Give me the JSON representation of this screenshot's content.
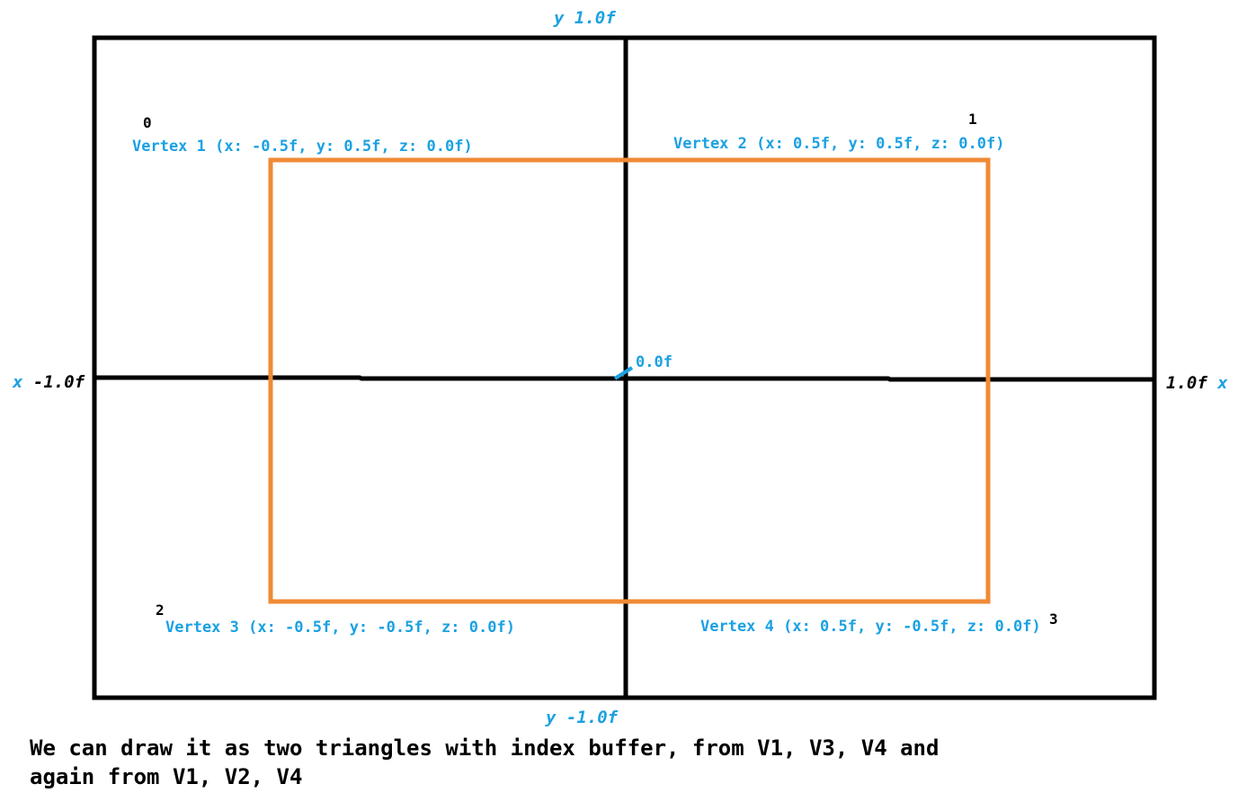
{
  "axes": {
    "y_top": "y 1.0f",
    "y_bottom": "y -1.0f",
    "x_left_var": "x",
    "x_left_val": "-1.0f",
    "x_right_val": "1.0f",
    "x_right_var": "x",
    "origin": "0.0f"
  },
  "vertices": [
    {
      "index": "0",
      "label": "Vertex 1 (x: -0.5f, y: 0.5f, z: 0.0f)"
    },
    {
      "index": "1",
      "label": "Vertex 2 (x: 0.5f, y: 0.5f, z: 0.0f)"
    },
    {
      "index": "2",
      "label": "Vertex 3 (x: -0.5f, y: -0.5f, z: 0.0f)"
    },
    {
      "index": "3",
      "label": "Vertex 4 (x: 0.5f, y: -0.5f, z: 0.0f)"
    }
  ],
  "caption_line1": "We can draw it as two triangles with index buffer, from V1, V3, V4 and",
  "caption_line2": "again from V1, V2, V4",
  "colors": {
    "frame": "#000000",
    "quad": "#f08a35",
    "label": "#1ba1e2"
  }
}
